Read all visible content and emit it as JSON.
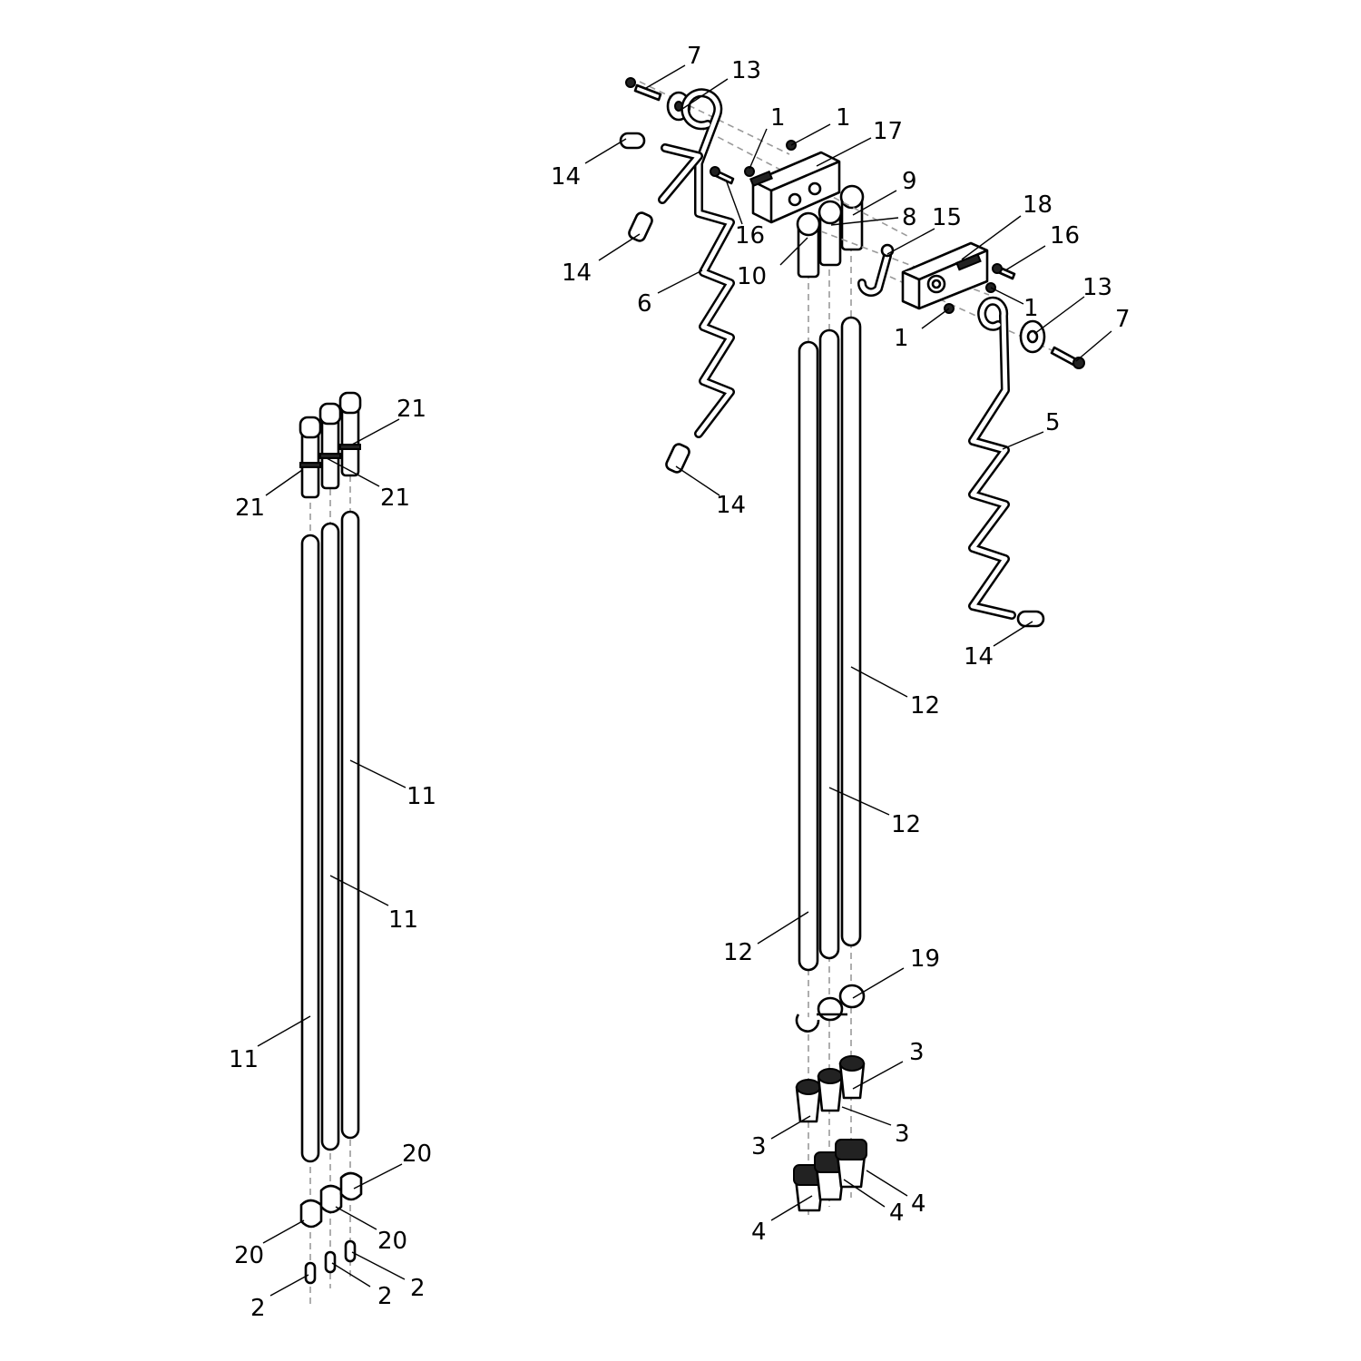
{
  "callouts": [
    {
      "text": "7"
    },
    {
      "text": "13"
    },
    {
      "text": "1"
    },
    {
      "text": "1"
    },
    {
      "text": "17"
    },
    {
      "text": "14"
    },
    {
      "text": "16"
    },
    {
      "text": "9"
    },
    {
      "text": "8"
    },
    {
      "text": "15"
    },
    {
      "text": "18"
    },
    {
      "text": "16"
    },
    {
      "text": "14"
    },
    {
      "text": "10"
    },
    {
      "text": "6"
    },
    {
      "text": "1"
    },
    {
      "text": "1"
    },
    {
      "text": "13"
    },
    {
      "text": "7"
    },
    {
      "text": "5"
    },
    {
      "text": "14"
    },
    {
      "text": "14"
    },
    {
      "text": "12"
    },
    {
      "text": "12"
    },
    {
      "text": "12"
    },
    {
      "text": "19"
    },
    {
      "text": "3"
    },
    {
      "text": "3"
    },
    {
      "text": "3"
    },
    {
      "text": "4"
    },
    {
      "text": "4"
    },
    {
      "text": "4"
    },
    {
      "text": "21"
    },
    {
      "text": "21"
    },
    {
      "text": "21"
    },
    {
      "text": "11"
    },
    {
      "text": "11"
    },
    {
      "text": "11"
    },
    {
      "text": "20"
    },
    {
      "text": "20"
    },
    {
      "text": "20"
    },
    {
      "text": "2"
    },
    {
      "text": "2"
    },
    {
      "text": "2"
    }
  ]
}
